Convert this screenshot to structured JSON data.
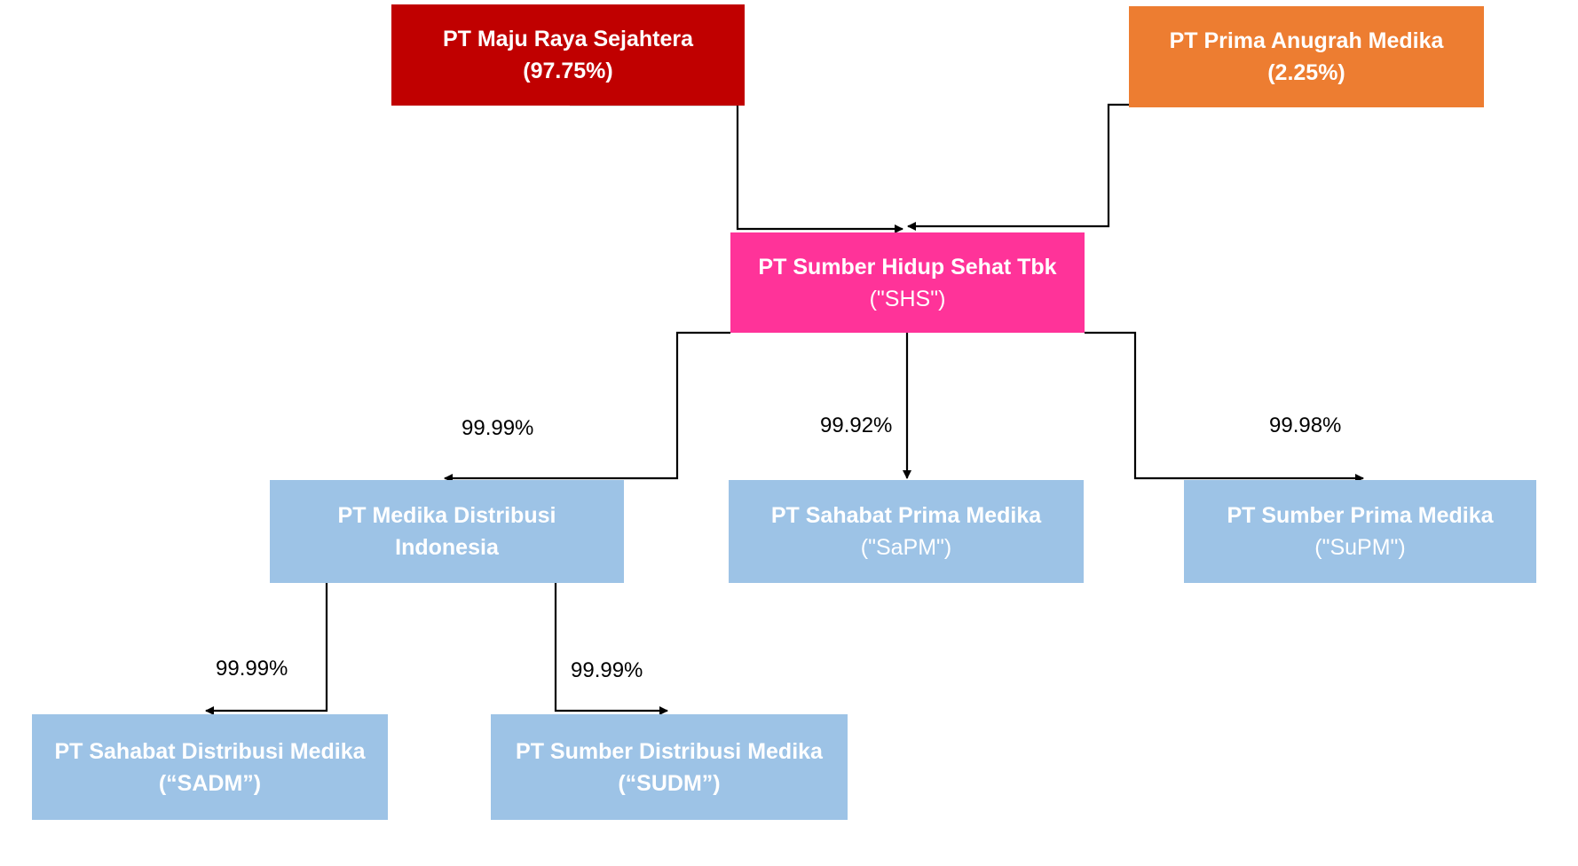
{
  "nodes": {
    "mrs": {
      "name": "PT Maju Raya Sejahtera",
      "sub": "(97.75%)"
    },
    "pam": {
      "name": "PT Prima Anugrah Medika",
      "sub": "(2.25%)"
    },
    "shs": {
      "name": "PT Sumber Hidup Sehat Tbk",
      "sub": "(\"SHS\")"
    },
    "mdi": {
      "name": "PT Medika Distribusi",
      "sub": "Indonesia"
    },
    "sapm": {
      "name": "PT Sahabat Prima Medika",
      "sub": "(\"SaPM\")"
    },
    "supm": {
      "name": "PT Sumber Prima Medika",
      "sub": "(\"SuPM\")"
    },
    "sadm": {
      "name": "PT Sahabat Distribusi Medika",
      "sub": "(“SADM”)"
    },
    "sudm": {
      "name": "PT Sumber Distribusi Medika",
      "sub": "(“SUDM”)"
    }
  },
  "ownership": {
    "mdi": "99.99%",
    "sapm": "99.92%",
    "supm": "99.98%",
    "sadm": "99.99%",
    "sudm": "99.99%"
  },
  "colors": {
    "mrs": "#c00000",
    "pam": "#ed7d31",
    "shs": "#ff3399",
    "subsidiary": "#9dc3e6",
    "connector": "#000000"
  }
}
